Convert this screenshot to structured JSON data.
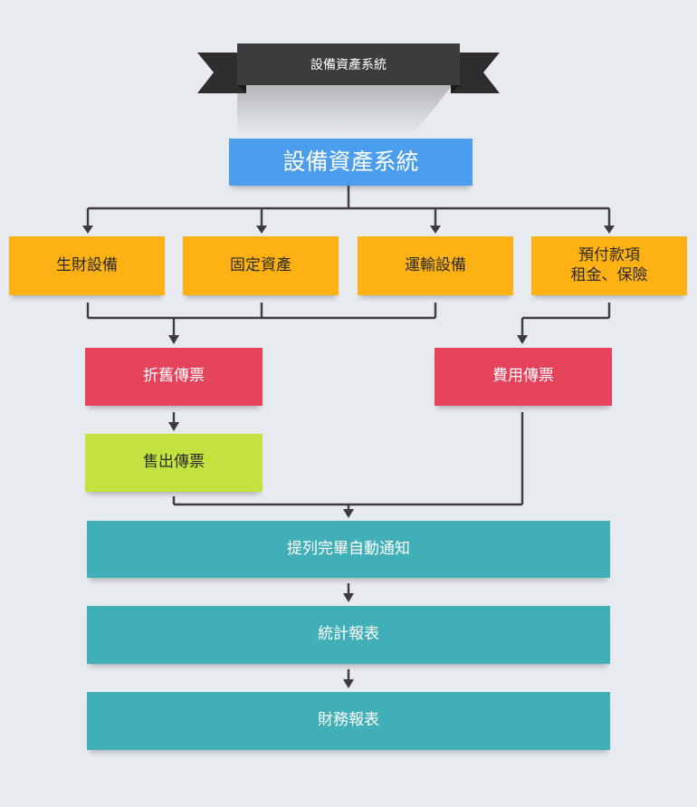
{
  "banner": {
    "title": "設備資產系統"
  },
  "root": {
    "label": "設備資產系統"
  },
  "categories": [
    {
      "label": "生財設備"
    },
    {
      "label": "固定資產"
    },
    {
      "label": "運輸設備"
    },
    {
      "label": "預付款項\n租金、保險"
    }
  ],
  "vouchers": {
    "depreciation": "折舊傳票",
    "expense": "費用傳票",
    "sale": "售出傳票"
  },
  "steps": [
    {
      "label": "提列完畢自動通知"
    },
    {
      "label": "統計報表"
    },
    {
      "label": "財務報表"
    }
  ],
  "colors": {
    "background": "#e7eaee",
    "root": "#4a9eed",
    "category": "#fdb113",
    "voucher": "#e5425b",
    "sale": "#c2e23f",
    "step": "#40afb7",
    "ribbon": "#3c3c3e",
    "connector": "#3c3c3e"
  }
}
